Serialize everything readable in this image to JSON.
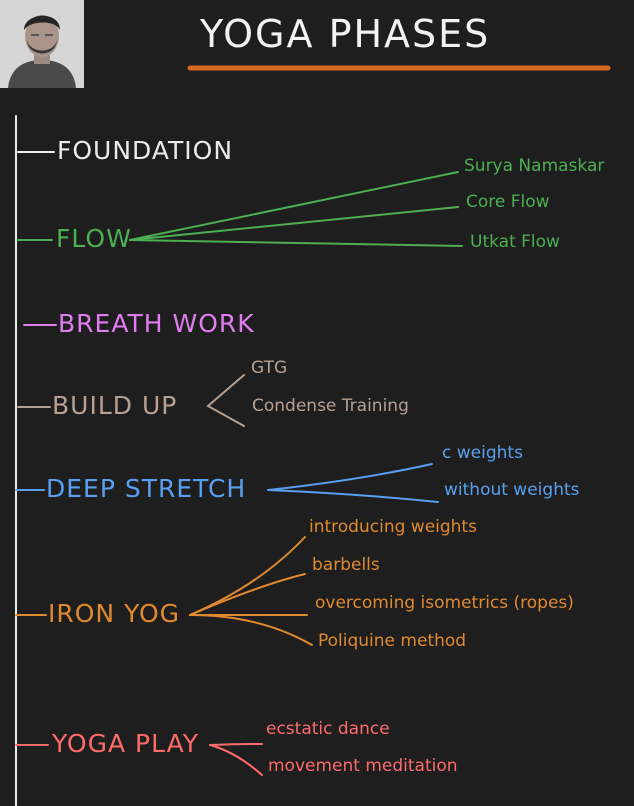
{
  "title": "YOGA PHASES",
  "colors": {
    "background": "#1e1e1e",
    "title_underline": "#d2691e",
    "foundation": "#ebebeb",
    "flow": "#4caf50",
    "breath": "#e07cf0",
    "build": "#b8a090",
    "deep": "#5aa0f0",
    "iron": "#e08a30",
    "play": "#ff6b6b"
  },
  "phases": [
    {
      "label": "FOUNDATION",
      "color_key": "foundation",
      "children": []
    },
    {
      "label": "FLOW",
      "color_key": "flow",
      "children": [
        "Surya Namaskar",
        "Core Flow",
        "Utkat Flow"
      ]
    },
    {
      "label": "BREATH WORK",
      "color_key": "breath",
      "children": []
    },
    {
      "label": "BUILD UP",
      "color_key": "build",
      "children": [
        "GTG",
        "Condense Training"
      ]
    },
    {
      "label": "DEEP STRETCH",
      "color_key": "deep",
      "children": [
        "c weights",
        "without weights"
      ]
    },
    {
      "label": "IRON YOG",
      "color_key": "iron",
      "children": [
        "introducing weights",
        "barbells",
        "overcoming isometrics (ropes)",
        "Poliquine method"
      ]
    },
    {
      "label": "YOGA PLAY",
      "color_key": "play",
      "children": [
        "ecstatic dance",
        "movement meditation"
      ]
    }
  ]
}
